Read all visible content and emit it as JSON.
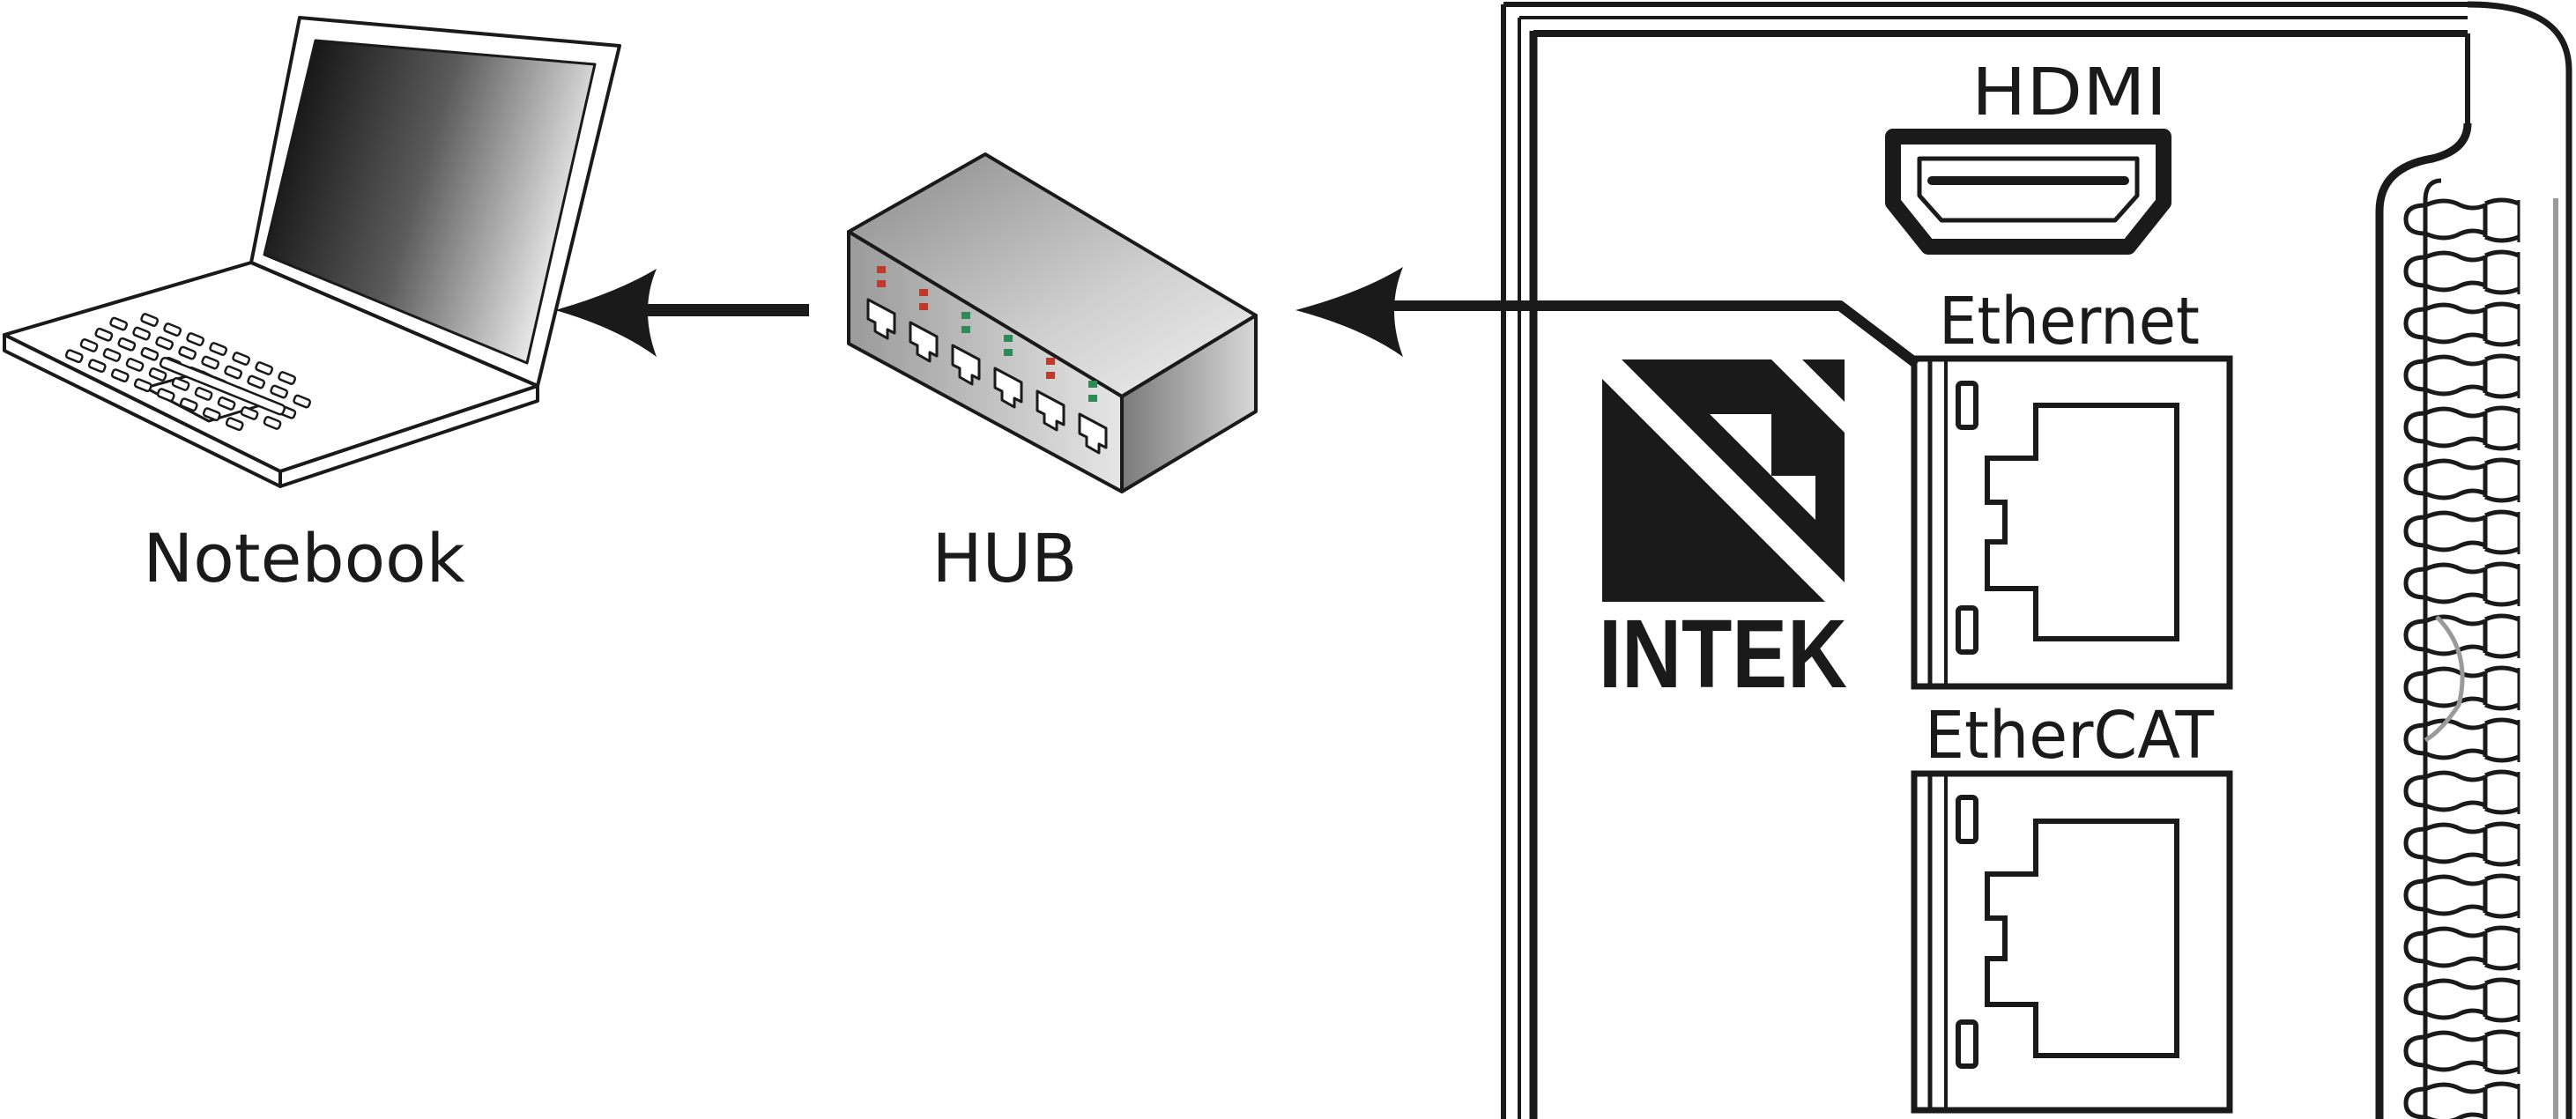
{
  "labels": {
    "notebook": "Notebook",
    "hub": "HUB",
    "hdmi": "HDMI",
    "ethernet": "Ethernet",
    "ethercat": "EtherCAT"
  },
  "logo": {
    "text": "INTEK"
  },
  "icons": {
    "notebook": "laptop-icon",
    "hub": "network-hub-icon",
    "hdmi": "hdmi-port-icon",
    "ethernet": "rj45-port-icon",
    "ethercat": "rj45-port-icon"
  },
  "colors": {
    "line": "#1a1a1a",
    "led_red": "#c0392b",
    "led_green": "#2e8b57",
    "gray_accent": "#9a9a9a"
  }
}
